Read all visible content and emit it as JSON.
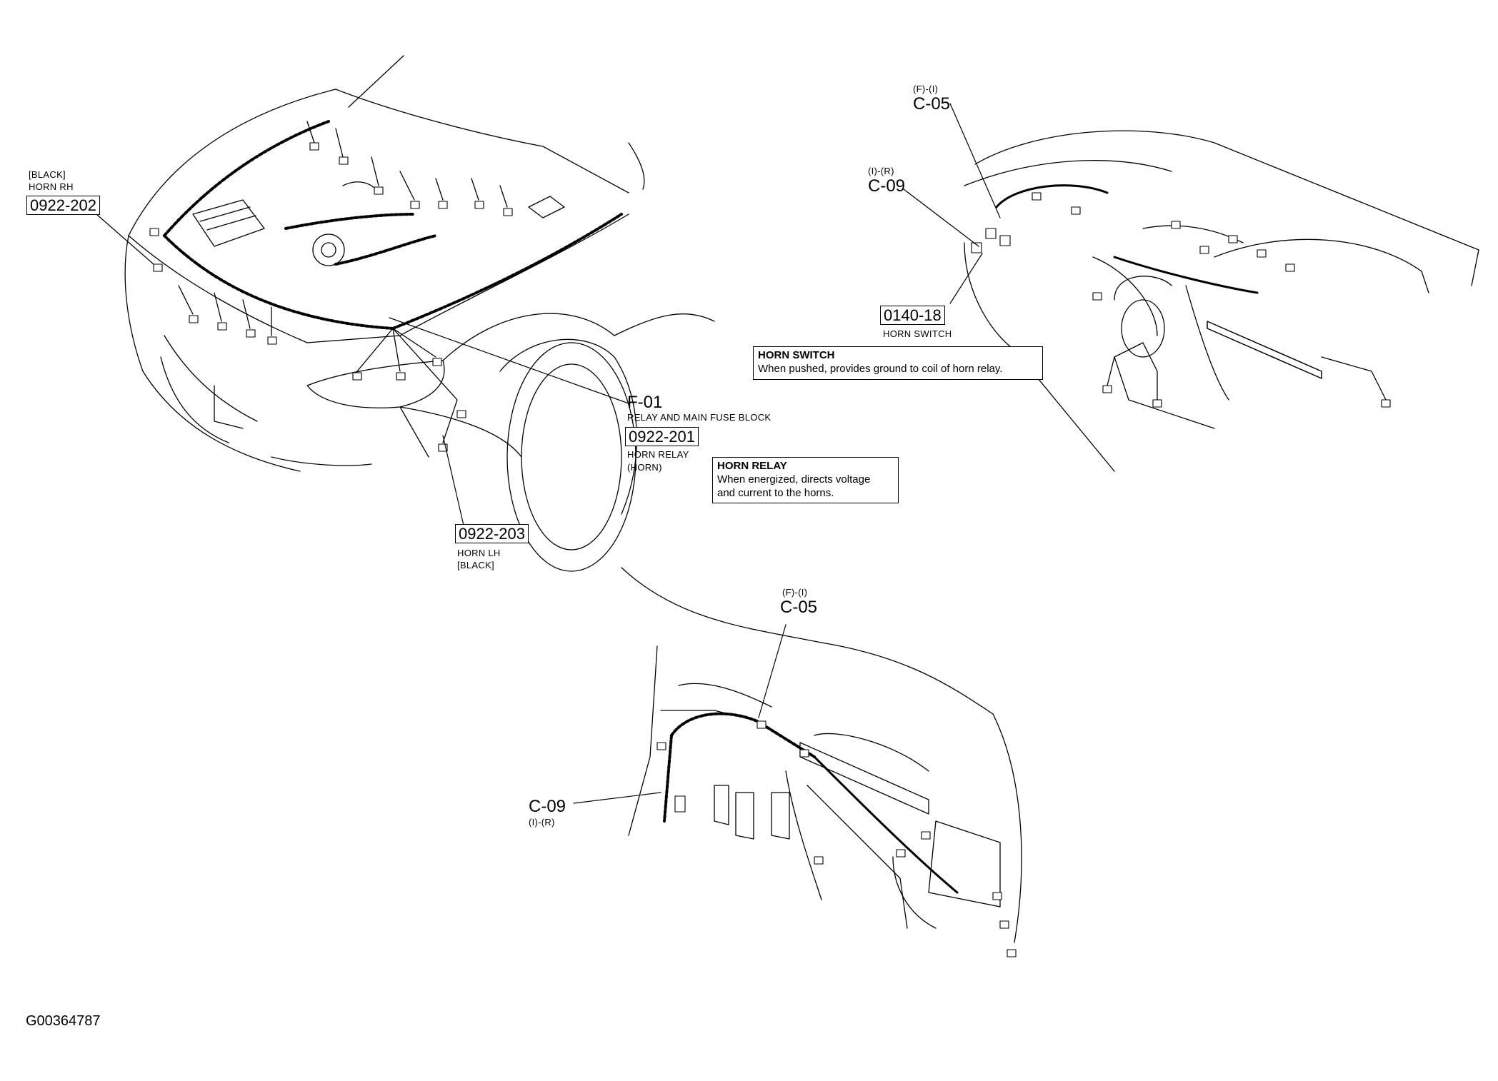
{
  "figure_id": "G00364787",
  "engine_bay": {
    "horn_rh": {
      "color": "[BLACK]",
      "name": "HORN RH",
      "code": "0922-202"
    },
    "horn_lh": {
      "code": "0922-203",
      "name": "HORN LH",
      "color": "[BLACK]"
    },
    "relay_block": {
      "code": "F-01",
      "name": "RELAY AND MAIN FUSE BLOCK"
    },
    "horn_relay": {
      "code": "0922-201",
      "name": "HORN RELAY",
      "sub": "(HORN)"
    },
    "horn_relay_note": {
      "title": "HORN RELAY",
      "line1": "When energized, directs voltage",
      "line2": "and current to the horns."
    }
  },
  "dashboard": {
    "c05": {
      "pin": "(F)-(I)",
      "code": "C-05"
    },
    "c09": {
      "pin": "(I)-(R)",
      "code": "C-09"
    },
    "horn_switch": {
      "code": "0140-18",
      "name": "HORN SWITCH"
    },
    "horn_switch_note": {
      "title": "HORN SWITCH",
      "line1": "When pushed, provides ground to coil of horn relay."
    }
  },
  "lower_dash": {
    "c05": {
      "pin": "(F)-(I)",
      "code": "C-05"
    },
    "c09": {
      "code": "C-09",
      "pin": "(I)-(R)"
    }
  }
}
